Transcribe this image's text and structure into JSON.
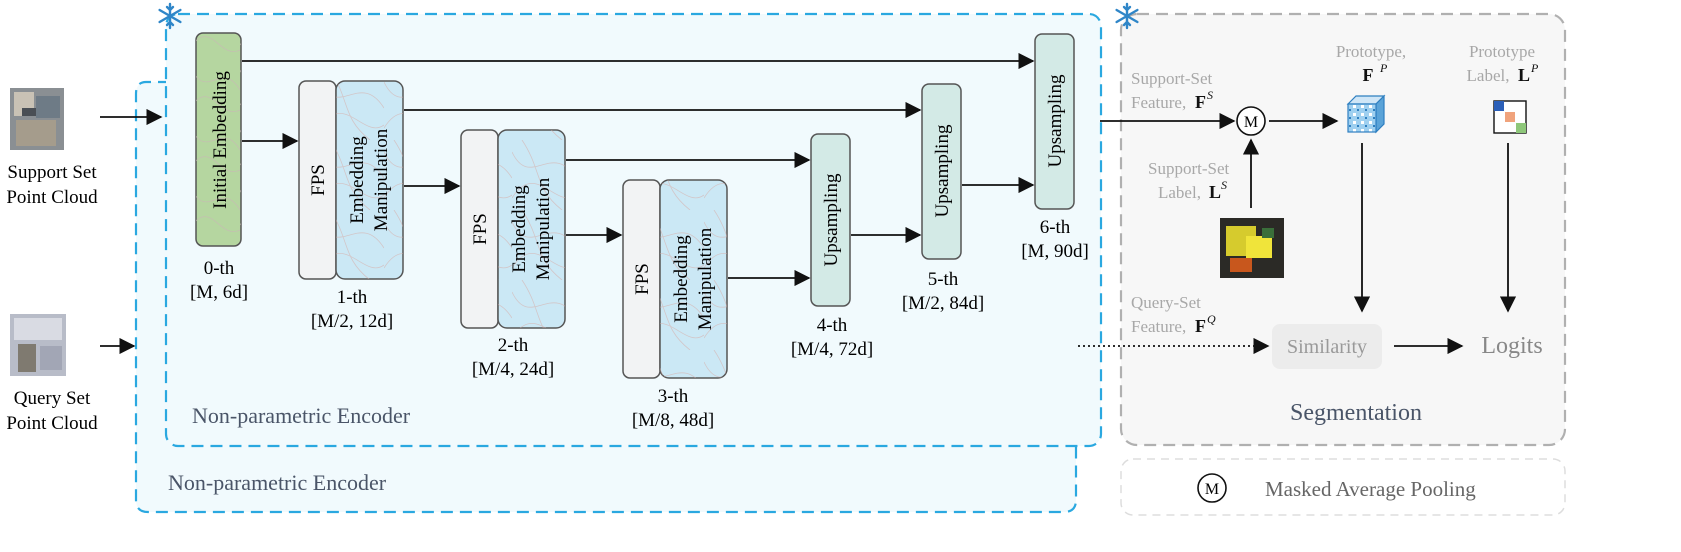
{
  "inputs": {
    "support": [
      "Support Set",
      "Point Cloud"
    ],
    "query": [
      "Query Set",
      "Point Cloud"
    ]
  },
  "encoder": {
    "label_front": "Non-parametric Encoder",
    "label_back": "Non-parametric Encoder",
    "stages": [
      {
        "blocks": [
          "Initial Embedding"
        ],
        "index": "0-th",
        "dims": "[M, 6d]"
      },
      {
        "blocks": [
          "FPS",
          "Embedding Manipulation"
        ],
        "index": "1-th",
        "dims": "[M/2, 12d]"
      },
      {
        "blocks": [
          "FPS",
          "Embedding Manipulation"
        ],
        "index": "2-th",
        "dims": "[M/4, 24d]"
      },
      {
        "blocks": [
          "FPS",
          "Embedding Manipulation"
        ],
        "index": "3-th",
        "dims": "[M/8, 48d]"
      }
    ],
    "upsampling": [
      {
        "label": "Upsampling",
        "index": "4-th",
        "dims": "[M/4, 72d]"
      },
      {
        "label": "Upsampling",
        "index": "5-th",
        "dims": "[M/2, 84d]"
      },
      {
        "label": "Upsampling",
        "index": "6-th",
        "dims": "[M, 90d]"
      }
    ]
  },
  "segmentation": {
    "title": "Segmentation",
    "support_feature": [
      "Support-Set",
      "Feature,",
      "F",
      "S"
    ],
    "support_label": [
      "Support-Set",
      "Label,",
      "L",
      "S"
    ],
    "query_feature": [
      "Query-Set",
      "Feature,",
      "F",
      "Q"
    ],
    "prototype": [
      "Prototype,",
      "F",
      "P"
    ],
    "prototype_label": [
      "Prototype",
      "Label,",
      "L",
      "P"
    ],
    "mask_symbol": "M",
    "similarity": "Similarity",
    "logits": "Logits"
  },
  "legend": {
    "symbol": "M",
    "label": "Masked Average Pooling"
  },
  "colors": {
    "dashed_blue": "#2aa8e0",
    "panel_fill": "#f1fafd",
    "seg_border": "#b0b0b0",
    "green_block": "#b5d6a0",
    "blue_block": "#cbe8f5",
    "teal_block": "#d3eae6",
    "fps_block": "#f2f3f4",
    "snowflake": "#2f86c8"
  }
}
